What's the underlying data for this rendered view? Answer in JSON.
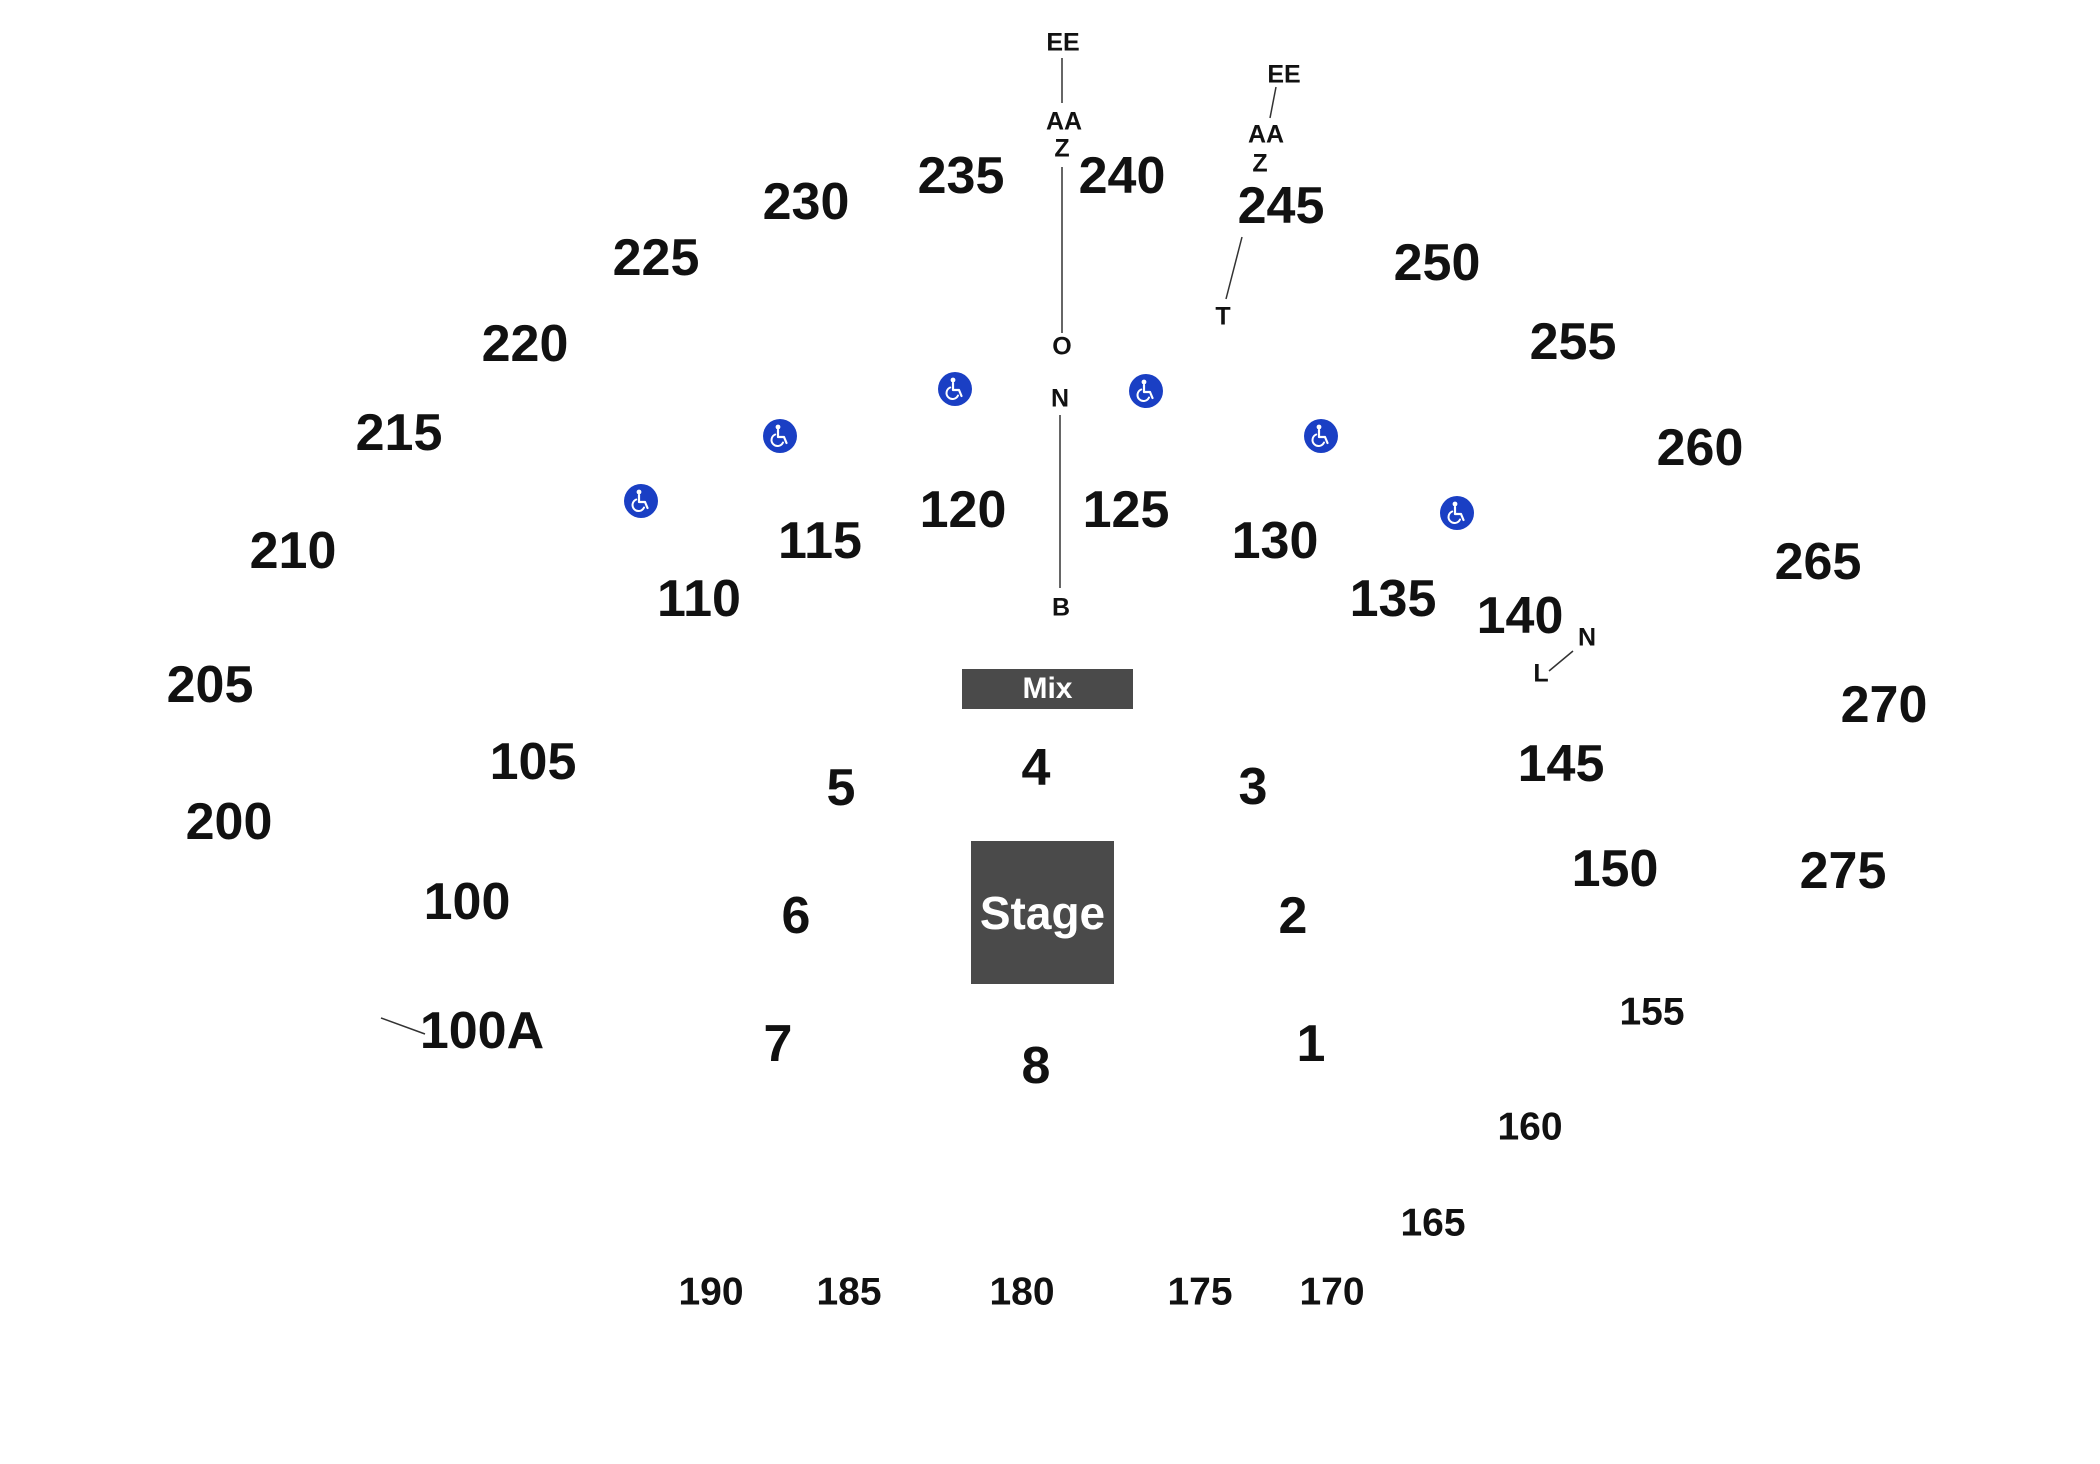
{
  "venue": {
    "mix_label": "Mix",
    "stage_label": "Stage"
  },
  "sections": {
    "upper": [
      "200",
      "205",
      "210",
      "215",
      "220",
      "225",
      "230",
      "235",
      "240",
      "245",
      "250",
      "255",
      "260",
      "265",
      "270",
      "275"
    ],
    "lower": [
      "100",
      "100A",
      "105",
      "110",
      "115",
      "120",
      "125",
      "130",
      "135",
      "140",
      "145",
      "150"
    ],
    "back": [
      "155",
      "160",
      "165",
      "170",
      "175",
      "180",
      "185",
      "190"
    ],
    "floor": [
      "1",
      "2",
      "3",
      "4",
      "5",
      "6",
      "7",
      "8"
    ]
  },
  "row_markers": {
    "center_aisle": [
      "EE",
      "AA",
      "Z",
      "O",
      "N",
      "B"
    ],
    "section_245": [
      "EE",
      "AA",
      "Z",
      "T"
    ],
    "section_140": [
      "N",
      "L"
    ]
  },
  "icons": {
    "accessible": "wheelchair-icon",
    "accessible_color": "#1a3fc4"
  },
  "colors": {
    "text": "#111111",
    "box_fill": "#4a4a4a",
    "box_text": "#ffffff",
    "leader_line": "#333333"
  }
}
